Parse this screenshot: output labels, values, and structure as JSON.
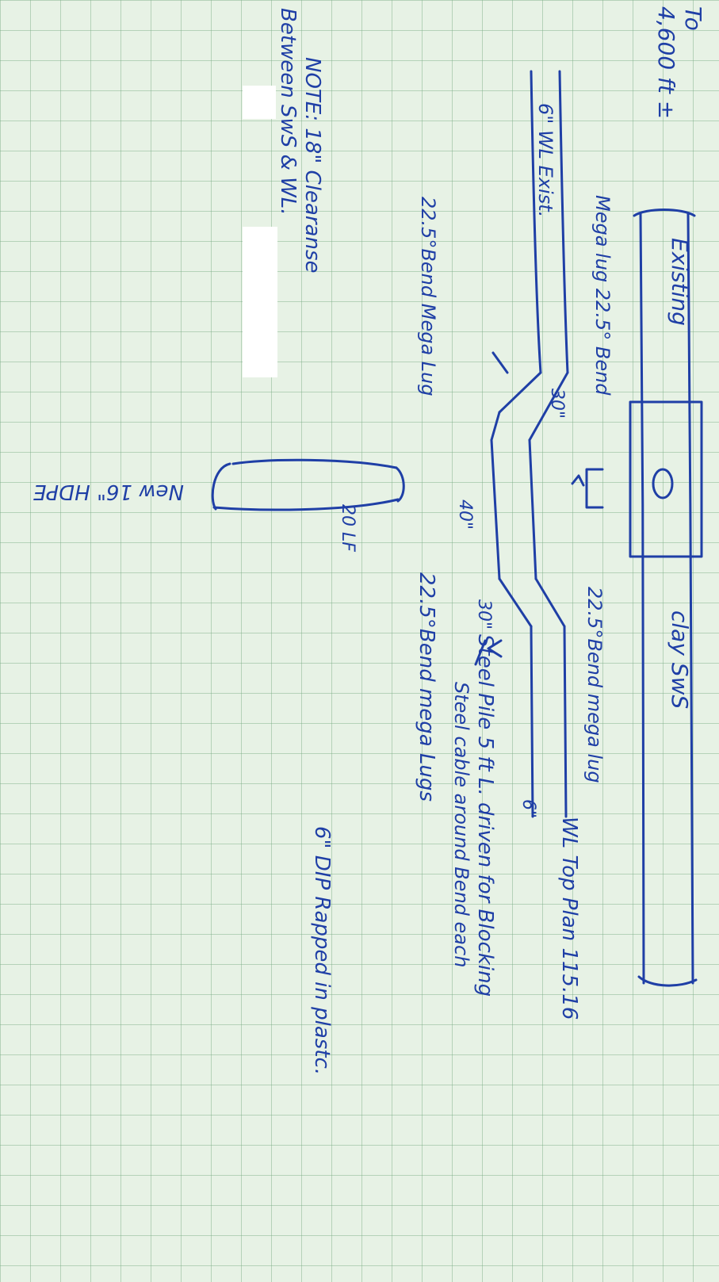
{
  "sketch": {
    "to_note": "To",
    "to_distance": "4,600 ft ±",
    "existing_label": "Existing",
    "clay_sws_label": "clay SwS",
    "manhole_label": "O",
    "existing_wl_label": "6\" WL Exist.",
    "megalug_top_label": "Mega lug 22.5° Bend",
    "dim_30_first": "30\"",
    "dim_40": "40\"",
    "dim_30_second": "30\"",
    "dim_6": "6\"",
    "bend_megalug_top": "22.5°Bend mega lug",
    "wl_top_plan": "WL Top Plan 115.16",
    "steel_pile_note": "Steel Pile 5 ft L. driven for Blocking",
    "steel_cable_note": "Steel cable around Bend each",
    "bend_megalug_bottom": "22.5°Bend Mega Lug",
    "bend_megalugs_bottom": "22.5°Bend mega Lugs",
    "dip_note": "6\" DIP Rapped in plastc.",
    "new_hdpe": "New 16\" HDPE",
    "length_20lf": "20 LF",
    "clearance_note": "NOTE: 18\" Clearanse",
    "between_note": "Between SwS & WL."
  }
}
